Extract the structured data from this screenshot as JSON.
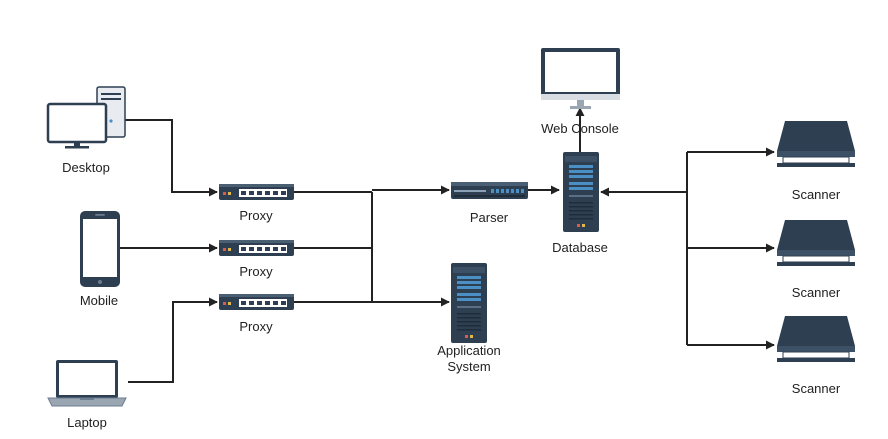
{
  "colors": {
    "line": "#222222",
    "device_dark": "#2e3f52",
    "device_mid": "#3d5166",
    "device_light": "#4a90c4",
    "led": "#ffffff",
    "screen": "#ffffff",
    "screen_frame": "#2e3f52",
    "tower": "#e8ecf0"
  },
  "nodes": {
    "desktop": {
      "label": "Desktop",
      "icon": "desktop-computer-icon"
    },
    "mobile": {
      "label": "Mobile",
      "icon": "mobile-phone-icon"
    },
    "laptop": {
      "label": "Laptop",
      "icon": "laptop-icon"
    },
    "proxy1": {
      "label": "Proxy",
      "icon": "network-switch-icon"
    },
    "proxy2": {
      "label": "Proxy",
      "icon": "network-switch-icon"
    },
    "proxy3": {
      "label": "Proxy",
      "icon": "network-switch-icon"
    },
    "parser": {
      "label": "Parser",
      "icon": "router-icon"
    },
    "app_system": {
      "label_line1": "Application",
      "label_line2": "System",
      "icon": "server-rack-icon"
    },
    "database": {
      "label": "Database",
      "icon": "server-rack-icon"
    },
    "web_console": {
      "label": "Web Console",
      "icon": "monitor-icon"
    },
    "scanner1": {
      "label": "Scanner",
      "icon": "flatbed-scanner-icon"
    },
    "scanner2": {
      "label": "Scanner",
      "icon": "flatbed-scanner-icon"
    },
    "scanner3": {
      "label": "Scanner",
      "icon": "flatbed-scanner-icon"
    }
  }
}
